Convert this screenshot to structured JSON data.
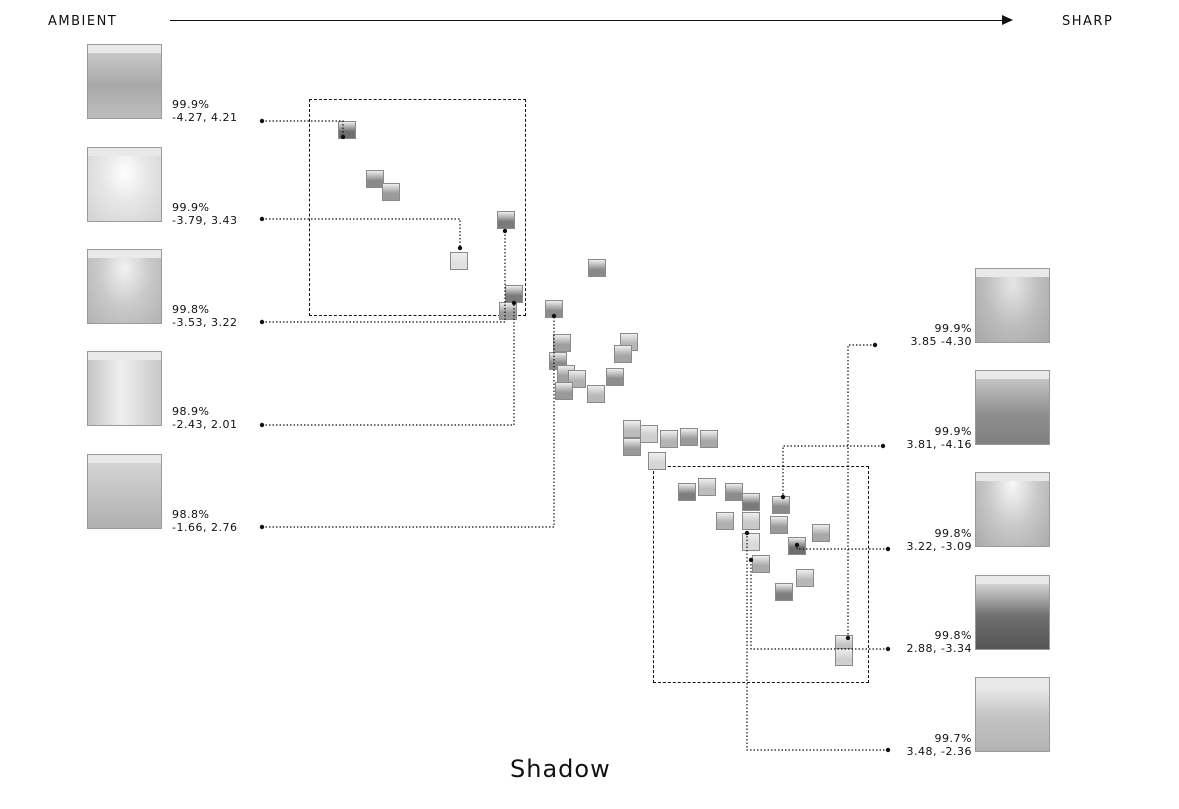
{
  "axis": {
    "left_label": "AMBIENT",
    "right_label": "SHARP"
  },
  "title": "Shadow",
  "left_samples": [
    {
      "percent": "99.9%",
      "coords": "-4.27, 4.21"
    },
    {
      "percent": "99.9%",
      "coords": "-3.79, 3.43"
    },
    {
      "percent": "99.8%",
      "coords": "-3.53, 3.22"
    },
    {
      "percent": "98.9%",
      "coords": "-2.43, 2.01"
    },
    {
      "percent": "98.8%",
      "coords": "-1.66, 2.76"
    }
  ],
  "right_samples": [
    {
      "percent": "99.9%",
      "coords": "3.85 -4.30"
    },
    {
      "percent": "99.9%",
      "coords": "3.81, -4.16"
    },
    {
      "percent": "99.8%",
      "coords": "3.22, -3.09"
    },
    {
      "percent": "99.8%",
      "coords": "2.88, -3.34"
    },
    {
      "percent": "99.7%",
      "coords": "3.48, -2.36"
    }
  ]
}
